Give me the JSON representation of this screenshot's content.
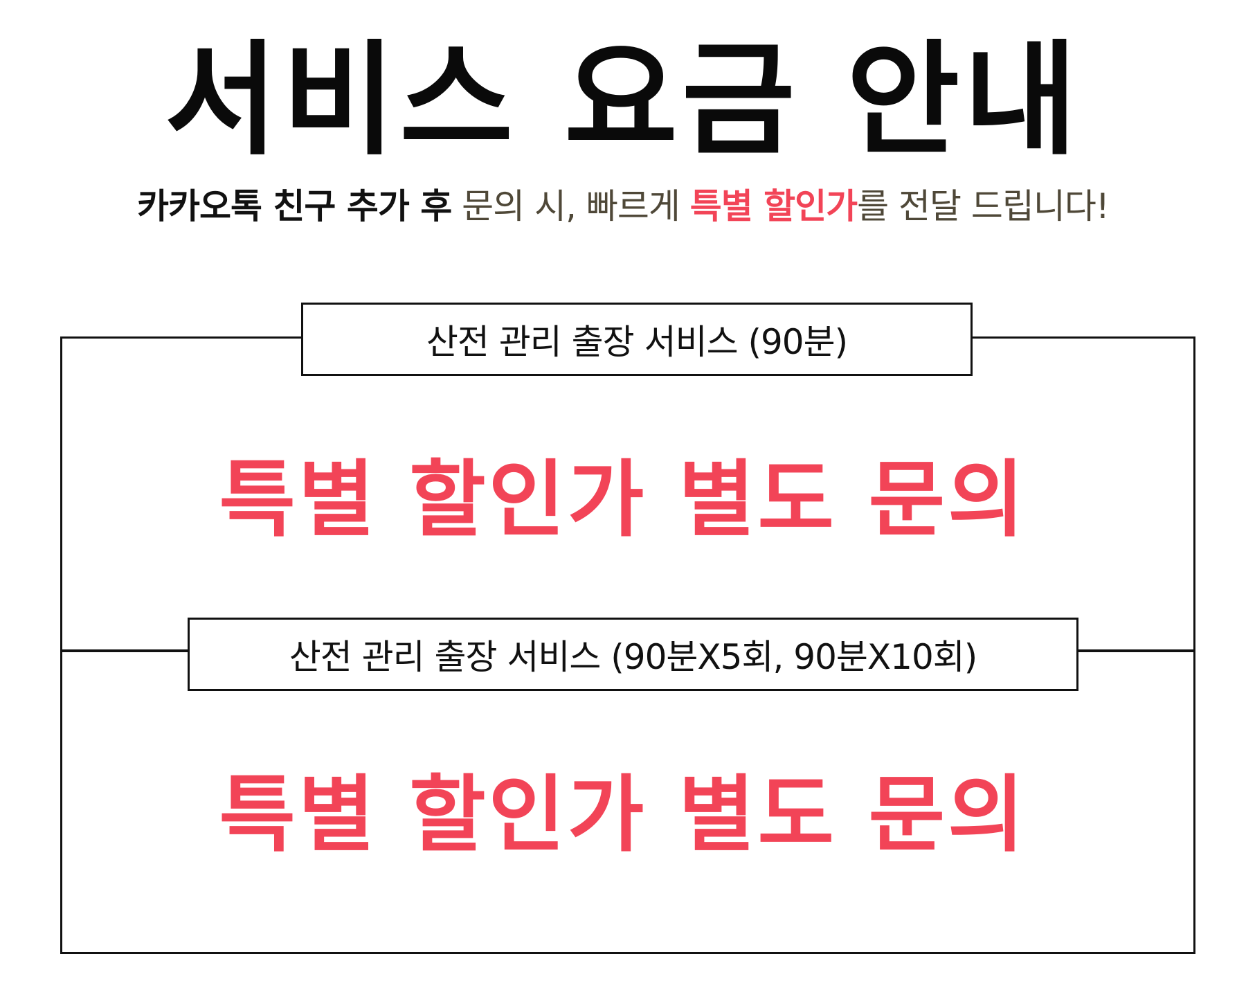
{
  "page": {
    "title": "서비스 요금 안내",
    "subtitle": {
      "lead": "카카오톡 친구 추가 후",
      "mid": " 문의 시, 빠르게 ",
      "accent": "특별 할인가",
      "tail": "를 전달 드립니다!"
    }
  },
  "pricing": [
    {
      "service": "산전 관리 출장 서비스 (90분)",
      "price": "특별 할인가 별도 문의"
    },
    {
      "service": "산전 관리 출장 서비스 (90분X5회, 90분X10회)",
      "price": "특별 할인가 별도 문의"
    }
  ],
  "colors": {
    "accent": "#f24457",
    "text": "#111111",
    "muted": "#4f4838",
    "border": "#111111",
    "background": "#ffffff"
  }
}
